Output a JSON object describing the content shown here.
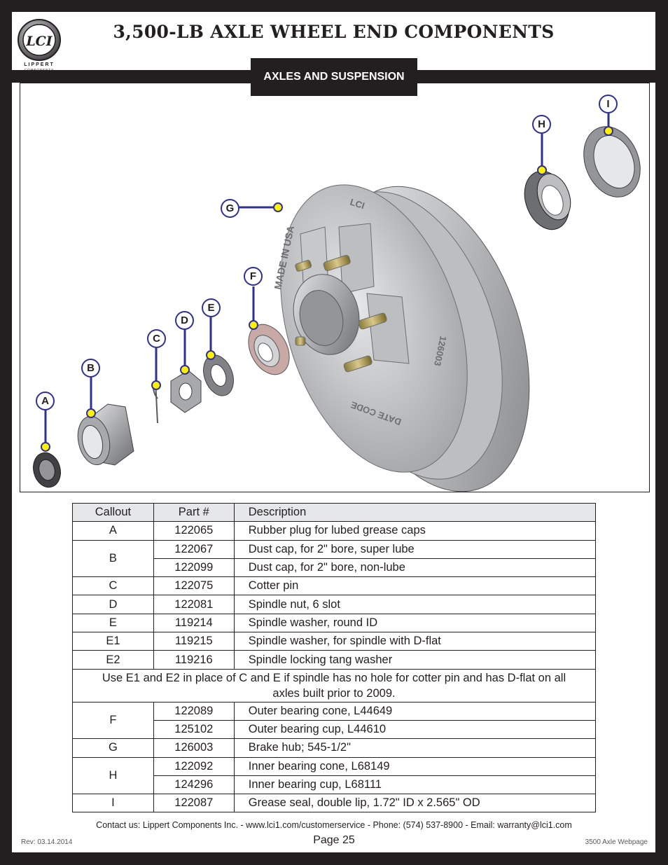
{
  "header": {
    "title": "3,500-LB AXLE WHEEL END COMPONENTS",
    "logo_text": "LIPPERT",
    "logo_sub": "COMPONENTS",
    "logo_mark": "LCI"
  },
  "section_tab": "AXLES AND SUSPENSION",
  "diagram": {
    "callouts": [
      "A",
      "B",
      "C",
      "D",
      "E",
      "F",
      "G",
      "H",
      "I"
    ],
    "hub_text": {
      "made_in": "MADE IN USA",
      "brand": "LCI",
      "part": "126003",
      "date_code": "DATE CODE"
    },
    "colors": {
      "leader": "#2e3192",
      "dot": "#fff200"
    }
  },
  "table": {
    "headers": [
      "Callout",
      "Part #",
      "Description"
    ],
    "rows": {
      "a": {
        "callout": "A",
        "part": "122065",
        "desc": "Rubber plug for lubed grease caps"
      },
      "b1": {
        "callout": "B",
        "part": "122067",
        "desc": "Dust cap, for 2\" bore, super lube"
      },
      "b2": {
        "part": "122099",
        "desc": "Dust cap, for 2\" bore, non-lube"
      },
      "c": {
        "callout": "C",
        "part": "122075",
        "desc": "Cotter pin"
      },
      "d": {
        "callout": "D",
        "part": "122081",
        "desc": "Spindle nut, 6 slot"
      },
      "e": {
        "callout": "E",
        "part": "119214",
        "desc": "Spindle washer, round ID"
      },
      "e1": {
        "callout": "E1",
        "part": "119215",
        "desc": "Spindle washer, for spindle with D-flat"
      },
      "e2": {
        "callout": "E2",
        "part": "119216",
        "desc": "Spindle locking tang washer"
      },
      "note": "Use E1 and E2 in place of C and E if spindle has no hole for cotter pin and has D-flat on all axles built prior to 2009.",
      "f1": {
        "callout": "F",
        "part": "122089",
        "desc": "Outer bearing cone, L44649"
      },
      "f2": {
        "part": "125102",
        "desc": "Outer bearing cup, L44610"
      },
      "g": {
        "callout": "G",
        "part": "126003",
        "desc": "Brake hub; 545-1/2\""
      },
      "h1": {
        "callout": "H",
        "part": "122092",
        "desc": "Inner bearing cone, L68149"
      },
      "h2": {
        "part": "124296",
        "desc": "Inner bearing cup, L68111"
      },
      "i": {
        "callout": "I",
        "part": "122087",
        "desc": "Grease seal, double lip, 1.72\" ID x 2.565\" OD"
      }
    }
  },
  "footer": {
    "contact": "Contact us: Lippert Components Inc. - www.lci1.com/customerservice - Phone: (574) 537-8900 - Email: warranty@lci1.com",
    "revision": "Rev: 03.14.2014",
    "page": "Page 25",
    "webpage": "3500 Axle Webpage"
  }
}
